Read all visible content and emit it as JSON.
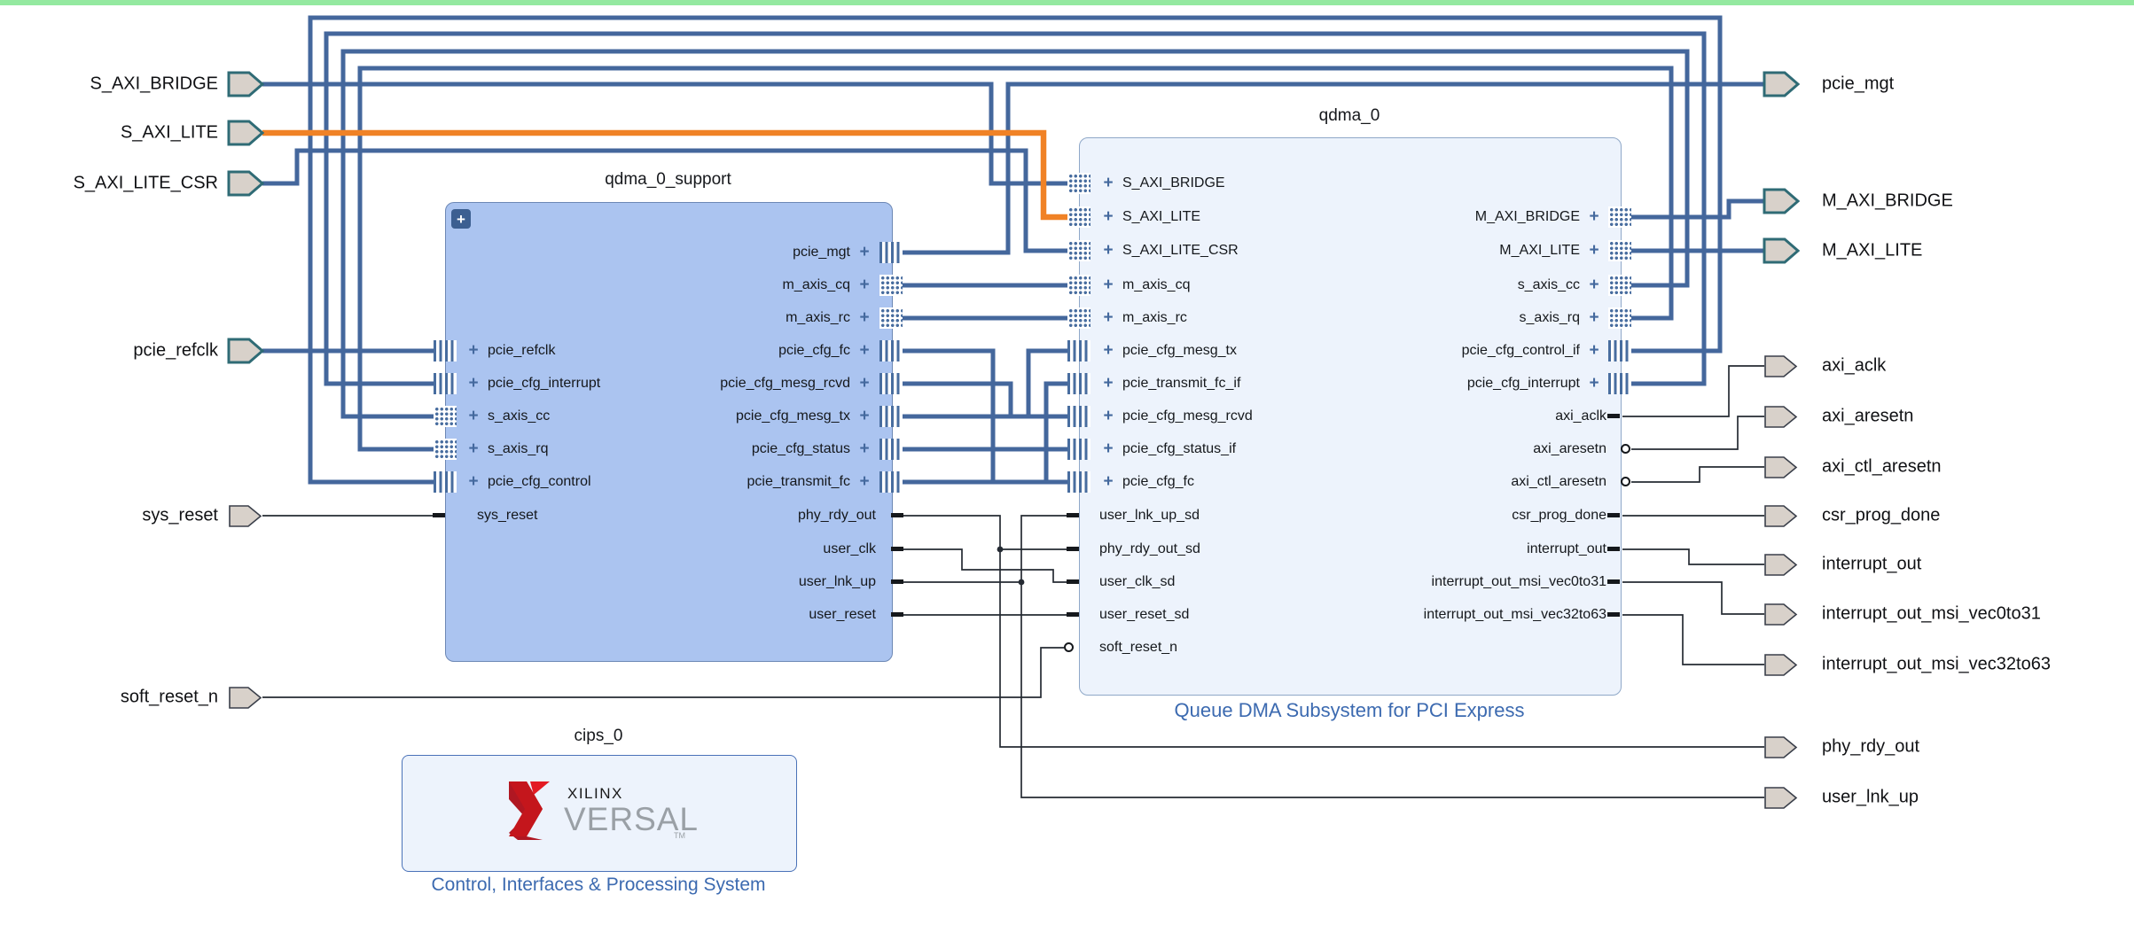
{
  "diagram": {
    "kind": "Vivado IP integrator block design",
    "top_border_color": "#94e9a0",
    "background": "#ffffff"
  },
  "icons": {
    "plus": "+",
    "expand": "+"
  },
  "colors": {
    "bus_wire": "#44679c",
    "highlight_wire_orange": "#f08226",
    "signal_wire": "#252b33",
    "support_block_fill": "#abc4f0",
    "light_block_fill": "#edf3fc",
    "caption_blue": "#3c6ab0",
    "interface_port_outline": "#2f6b75",
    "port_fill": "#d8d1ca",
    "logo_red": "#b01722"
  },
  "blocks": {
    "support": {
      "title": "qdma_0_support",
      "left": [
        {
          "label": "pcie_refclk"
        },
        {
          "label": "pcie_cfg_interrupt"
        },
        {
          "label": "s_axis_cc"
        },
        {
          "label": "s_axis_rq"
        },
        {
          "label": "pcie_cfg_control"
        },
        {
          "label": "sys_reset"
        }
      ],
      "right": [
        {
          "label": "pcie_mgt"
        },
        {
          "label": "m_axis_cq"
        },
        {
          "label": "m_axis_rc"
        },
        {
          "label": "pcie_cfg_fc"
        },
        {
          "label": "pcie_cfg_mesg_rcvd"
        },
        {
          "label": "pcie_cfg_mesg_tx"
        },
        {
          "label": "pcie_cfg_status"
        },
        {
          "label": "pcie_transmit_fc"
        },
        {
          "label": "phy_rdy_out"
        },
        {
          "label": "user_clk"
        },
        {
          "label": "user_lnk_up"
        },
        {
          "label": "user_reset"
        }
      ]
    },
    "qdma": {
      "title": "qdma_0",
      "caption": "Queue DMA Subsystem for PCI Express",
      "left": [
        {
          "label": "S_AXI_BRIDGE"
        },
        {
          "label": "S_AXI_LITE"
        },
        {
          "label": "S_AXI_LITE_CSR"
        },
        {
          "label": "m_axis_cq"
        },
        {
          "label": "m_axis_rc"
        },
        {
          "label": "pcie_cfg_mesg_tx"
        },
        {
          "label": "pcie_transmit_fc_if"
        },
        {
          "label": "pcie_cfg_mesg_rcvd"
        },
        {
          "label": "pcie_cfg_status_if"
        },
        {
          "label": "pcie_cfg_fc"
        },
        {
          "label": "user_lnk_up_sd"
        },
        {
          "label": "phy_rdy_out_sd"
        },
        {
          "label": "user_clk_sd"
        },
        {
          "label": "user_reset_sd"
        },
        {
          "label": "soft_reset_n"
        }
      ],
      "right": [
        {
          "label": "M_AXI_BRIDGE"
        },
        {
          "label": "M_AXI_LITE"
        },
        {
          "label": "s_axis_cc"
        },
        {
          "label": "s_axis_rq"
        },
        {
          "label": "pcie_cfg_control_if"
        },
        {
          "label": "pcie_cfg_interrupt"
        },
        {
          "label": "axi_aclk"
        },
        {
          "label": "axi_aresetn"
        },
        {
          "label": "axi_ctl_aresetn"
        },
        {
          "label": "csr_prog_done"
        },
        {
          "label": "interrupt_out"
        },
        {
          "label": "interrupt_out_msi_vec0to31"
        },
        {
          "label": "interrupt_out_msi_vec32to63"
        }
      ]
    },
    "cips": {
      "title": "cips_0",
      "caption": "Control, Interfaces & Processing System",
      "logo_brand": "XILINX",
      "logo_product": "VERSAL",
      "logo_tm": "TM"
    }
  },
  "external_ports": {
    "left": [
      {
        "label": "S_AXI_BRIDGE"
      },
      {
        "label": "S_AXI_LITE"
      },
      {
        "label": "S_AXI_LITE_CSR"
      },
      {
        "label": "pcie_refclk"
      },
      {
        "label": "sys_reset"
      },
      {
        "label": "soft_reset_n"
      }
    ],
    "right": [
      {
        "label": "pcie_mgt"
      },
      {
        "label": "M_AXI_BRIDGE"
      },
      {
        "label": "M_AXI_LITE"
      },
      {
        "label": "axi_aclk"
      },
      {
        "label": "axi_aresetn"
      },
      {
        "label": "axi_ctl_aresetn"
      },
      {
        "label": "csr_prog_done"
      },
      {
        "label": "interrupt_out"
      },
      {
        "label": "interrupt_out_msi_vec0to31"
      },
      {
        "label": "interrupt_out_msi_vec32to63"
      },
      {
        "label": "phy_rdy_out"
      },
      {
        "label": "user_lnk_up"
      }
    ]
  }
}
